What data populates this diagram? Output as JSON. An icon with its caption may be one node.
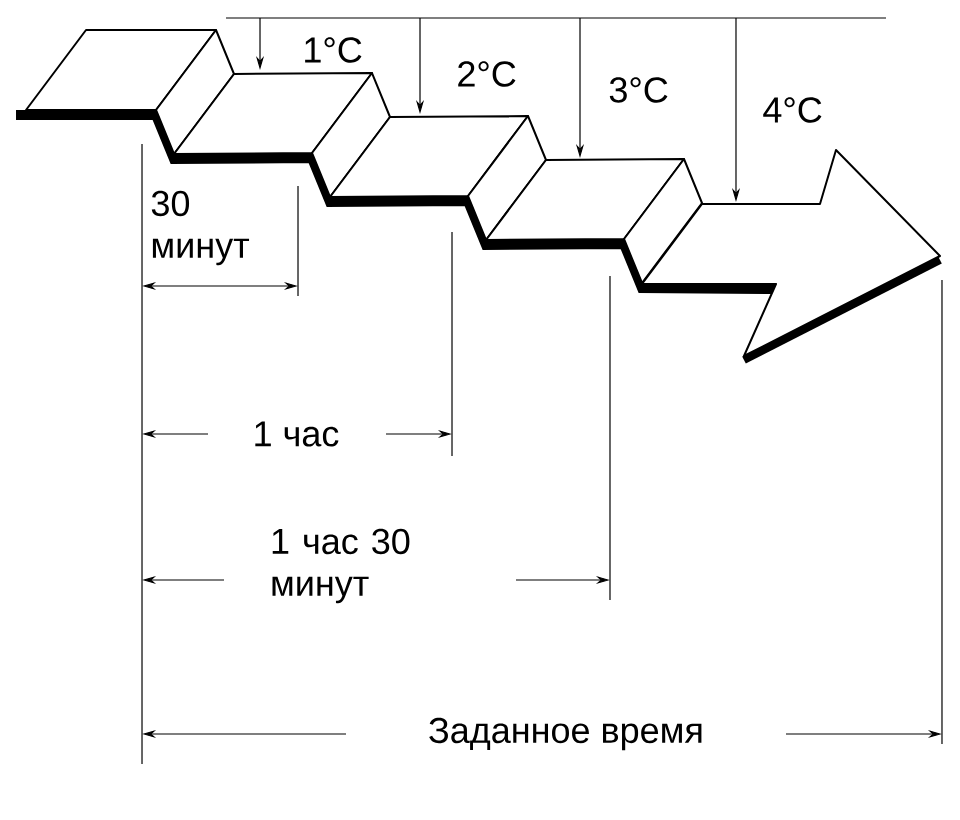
{
  "diagram": {
    "labels": [
      "1°C",
      "2°C",
      "3°C",
      "4°C",
      "30 минут",
      "1 час",
      "1 час 30 минут",
      "Заданное время"
    ]
  }
}
